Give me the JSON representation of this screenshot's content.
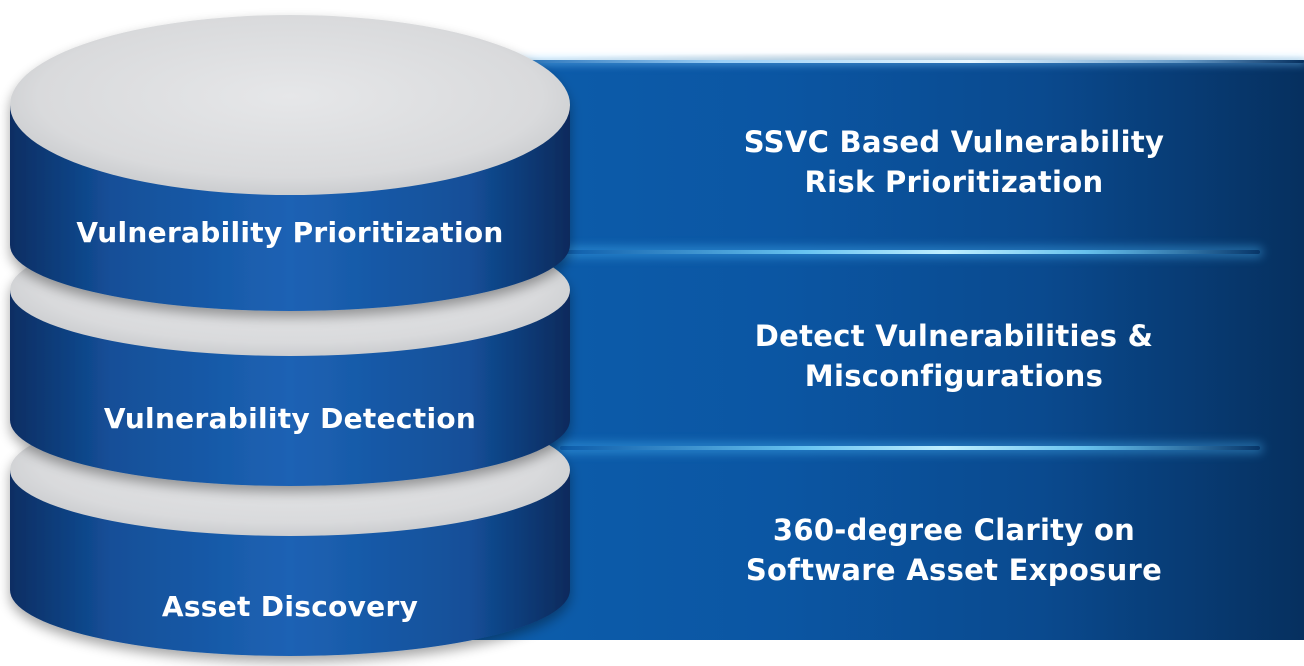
{
  "layers": [
    {
      "name": "Vulnerability Prioritization",
      "description_lines": [
        "SSVC Based Vulnerability",
        "Risk Prioritization"
      ]
    },
    {
      "name": "Vulnerability Detection",
      "description_lines": [
        "Detect Vulnerabilities &",
        "Misconfigurations"
      ]
    },
    {
      "name": "Asset Discovery",
      "description_lines": [
        "360-degree Clarity on",
        "Software Asset Exposure"
      ]
    }
  ],
  "colors": {
    "disk_top": "#dfe0e2",
    "disk_side_light": "#1a5cab",
    "disk_side_dark": "#0a2e63",
    "panel": "#0b56a3",
    "glow": "#8fdcff",
    "text": "#ffffff"
  }
}
